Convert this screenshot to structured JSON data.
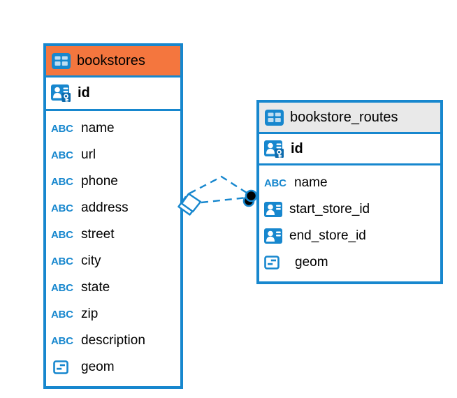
{
  "colors": {
    "accent": "#1787CE",
    "accent_dark": "#0D6BAD",
    "header_orange": "#F4763E",
    "header_gray": "#E9E9E9",
    "icon_cell": "#BFDDF1",
    "marker_fill": "#000000",
    "background": "#FFFFFF",
    "text": "#000000"
  },
  "icons": {
    "text_type_label": "ABC"
  },
  "tables": [
    {
      "name": "bookstores",
      "header_style": "orange",
      "primary_key": {
        "label": "id"
      },
      "columns": [
        {
          "label": "name",
          "type": "text"
        },
        {
          "label": "url",
          "type": "text"
        },
        {
          "label": "phone",
          "type": "text"
        },
        {
          "label": "address",
          "type": "text"
        },
        {
          "label": "street",
          "type": "text"
        },
        {
          "label": "city",
          "type": "text"
        },
        {
          "label": "state",
          "type": "text"
        },
        {
          "label": "zip",
          "type": "text"
        },
        {
          "label": "description",
          "type": "text"
        },
        {
          "label": "geom",
          "type": "geometry"
        }
      ]
    },
    {
      "name": "bookstore_routes",
      "header_style": "gray",
      "primary_key": {
        "label": "id"
      },
      "columns": [
        {
          "label": "name",
          "type": "text"
        },
        {
          "label": "start_store_id",
          "type": "reference"
        },
        {
          "label": "end_store_id",
          "type": "reference"
        },
        {
          "label": "geom",
          "type": "geometry"
        }
      ]
    }
  ],
  "relationship": {
    "from_table": "bookstore_routes",
    "to_table": "bookstores",
    "type": "foreign-key",
    "line_style": "dashed",
    "line_count": 2,
    "start_marker": "diamond",
    "end_marker": "dot"
  }
}
